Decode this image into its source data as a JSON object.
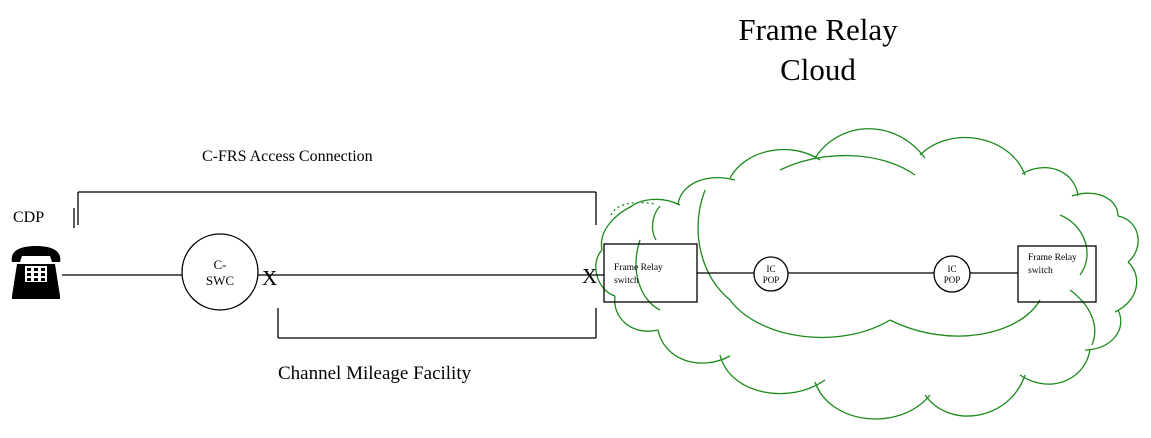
{
  "diagram": {
    "cloud_title_line1": "Frame Relay",
    "cloud_title_line2": "Cloud",
    "access_connection_label": "C-FRS Access Connection",
    "cdp_label": "CDP",
    "cswc_line1": "C-",
    "cswc_line2": "SWC",
    "x_mark_left": "X",
    "x_mark_right": "X",
    "frame_relay_switch_left_line1": "Frame Relay",
    "frame_relay_switch_left_line2": "switch",
    "ic_pop_left_line1": "IC",
    "ic_pop_left_line2": "POP",
    "ic_pop_right_line1": "IC",
    "ic_pop_right_line2": "POP",
    "frame_relay_switch_right_line1": "Frame Relay",
    "frame_relay_switch_right_line2": "switch",
    "channel_mileage_label": "Channel Mileage Facility",
    "colors": {
      "cloud_outline": "#1a8a1a",
      "lines": "#000000"
    }
  }
}
